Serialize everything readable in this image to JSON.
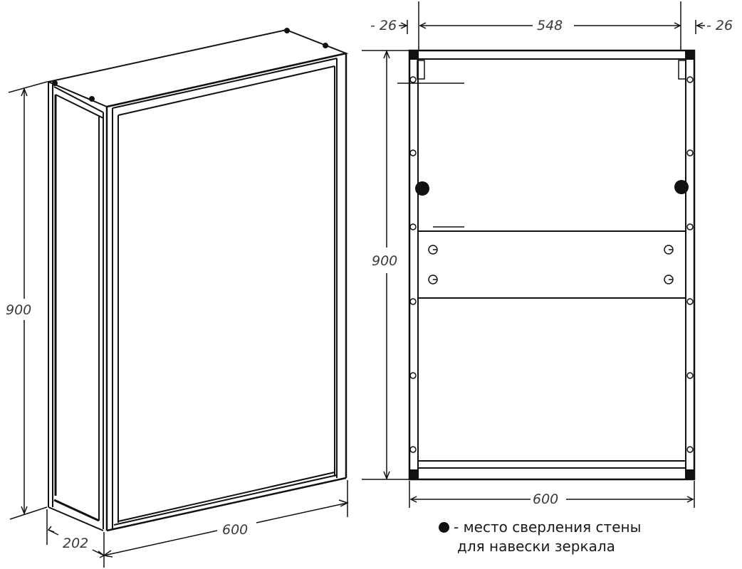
{
  "iso_view": {
    "dims": {
      "height": "900",
      "depth": "202",
      "width": "600"
    }
  },
  "front_view": {
    "dims": {
      "left_offset": "- 26",
      "inner_width": "548",
      "right_offset": "- 26",
      "height": "900",
      "width": "600"
    }
  },
  "legend": {
    "line1": "- место сверления стены",
    "line2": "для навески зеркала"
  },
  "colors": {
    "line": "#111111",
    "text": "#3a3a3a",
    "background": "#ffffff"
  }
}
